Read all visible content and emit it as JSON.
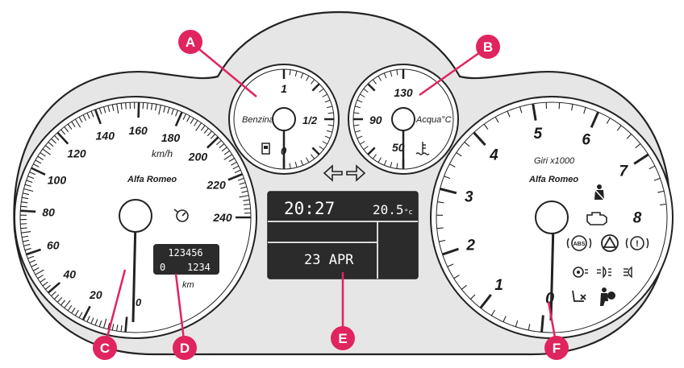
{
  "colors": {
    "callout": "#e0245e",
    "panel": "#e6e6e6",
    "lcd": "#2b2b2b"
  },
  "callouts": {
    "a": "A",
    "b": "B",
    "c": "C",
    "d": "D",
    "e": "E",
    "f": "F"
  },
  "speedometer": {
    "labels": [
      "20",
      "40",
      "60",
      "80",
      "100",
      "120",
      "140",
      "160",
      "180",
      "200",
      "220",
      "240"
    ],
    "zero": "0",
    "unit": "km/h",
    "brand": "Alfa Romeo"
  },
  "odometer": {
    "total": "123456",
    "trip_label": "0",
    "trip": "1234",
    "unit": "km"
  },
  "fuel_gauge": {
    "label": "Benzina",
    "full": "1",
    "half": "1/2",
    "empty": "0"
  },
  "temp_gauge": {
    "label": "Acqua°C",
    "high": "130",
    "mid": "90",
    "low": "50"
  },
  "tachometer": {
    "labels": [
      "1",
      "2",
      "3",
      "4",
      "5",
      "6",
      "7",
      "8"
    ],
    "zero": "0",
    "unit": "Giri x1000",
    "brand": "Alfa Romeo"
  },
  "display": {
    "time": "20:27",
    "temp": "20.5",
    "temp_unit": "°c",
    "date": "23 APR"
  },
  "warning_icons": [
    "cruise-icon",
    "seatbelt-icon",
    "engine-icon",
    "abs-icon",
    "hazard-icon",
    "brake-warning-icon",
    "glow-plug-icon",
    "fog-light-icon",
    "headlight-icon",
    "seat-heater-icon",
    "airbag-icon"
  ]
}
